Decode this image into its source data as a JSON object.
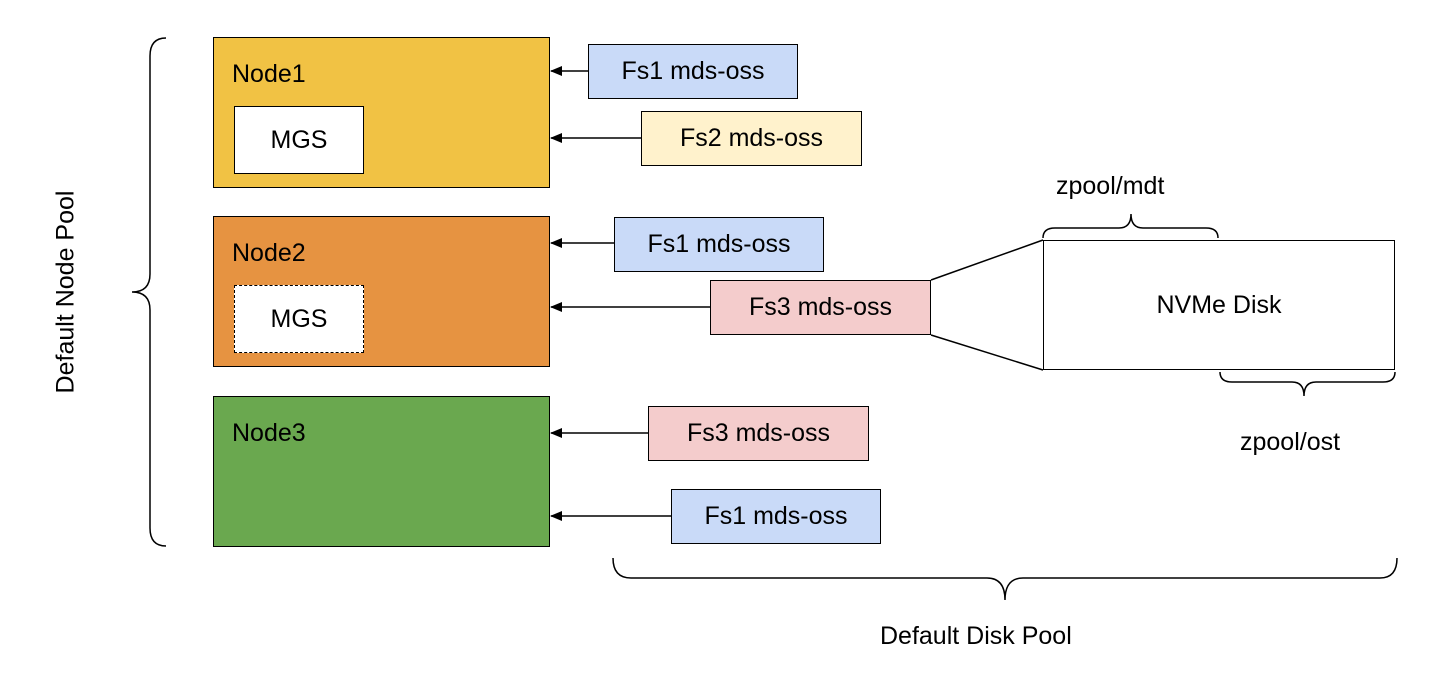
{
  "nodes": {
    "node1": {
      "label": "Node1",
      "mgs": "MGS",
      "color": "#f1c244"
    },
    "node2": {
      "label": "Node2",
      "mgs": "MGS",
      "color": "#e69341"
    },
    "node3": {
      "label": "Node3",
      "color": "#6aa84f"
    }
  },
  "filesystems": {
    "node1_fs1": "Fs1 mds-oss",
    "node1_fs2": "Fs2 mds-oss",
    "node2_fs1": "Fs1 mds-oss",
    "node2_fs3": "Fs3 mds-oss",
    "node3_fs3": "Fs3 mds-oss",
    "node3_fs1": "Fs1 mds-oss"
  },
  "fs_colors": {
    "fs1": "#c9daf8",
    "fs2": "#fff2cc",
    "fs3": "#f4cccc"
  },
  "disk": {
    "label": "NVMe Disk",
    "mdt_label": "zpool/mdt",
    "ost_label": "zpool/ost"
  },
  "pools": {
    "node_pool": "Default Node Pool",
    "disk_pool": "Default Disk Pool"
  }
}
